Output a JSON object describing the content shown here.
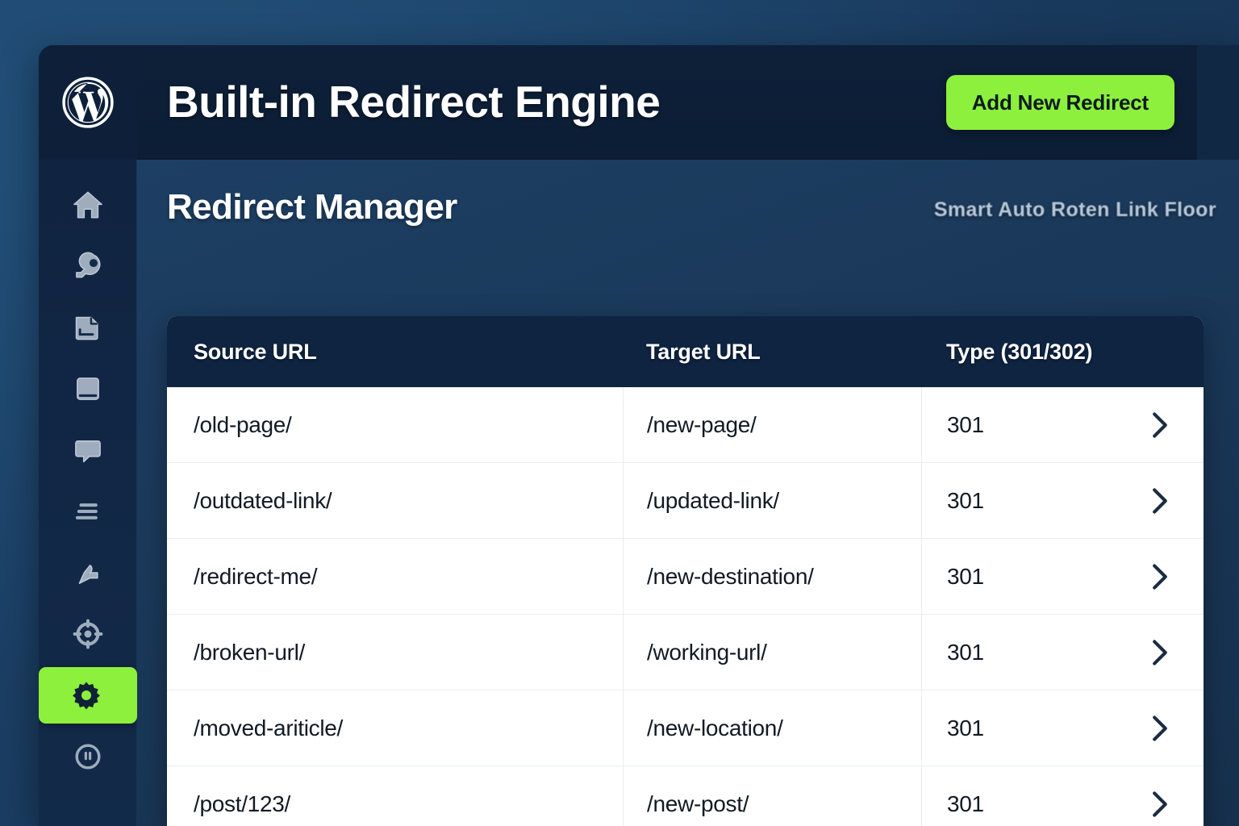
{
  "app": {
    "logo_icon": "wordpress-logo",
    "header_title": "Built-in Redirect Engine",
    "add_button_label": "Add New Redirect"
  },
  "sidebar": {
    "items": [
      {
        "icon": "home-icon",
        "name": "dashboard",
        "active": false
      },
      {
        "icon": "key-icon",
        "name": "posts",
        "active": false
      },
      {
        "icon": "media-file-icon",
        "name": "media",
        "active": false
      },
      {
        "icon": "page-icon",
        "name": "pages",
        "active": false
      },
      {
        "icon": "comment-icon",
        "name": "comments",
        "active": false
      },
      {
        "icon": "menu-lines-icon",
        "name": "appearance",
        "active": false
      },
      {
        "icon": "plug-icon",
        "name": "plugins",
        "active": false
      },
      {
        "icon": "target-icon",
        "name": "users",
        "active": false
      },
      {
        "icon": "gear-icon",
        "name": "settings",
        "active": true
      },
      {
        "icon": "collapse-icon",
        "name": "collapse",
        "active": false
      }
    ]
  },
  "page": {
    "title": "Redirect Manager",
    "subtitle": "Smart Auto Roten Link Floor"
  },
  "table": {
    "columns": [
      "Source URL",
      "Target URL",
      "Type (301/302)"
    ],
    "rows": [
      {
        "source": "/old-page/",
        "target": "/new-page/",
        "type": "301",
        "chevron": "chevron-right-icon"
      },
      {
        "source": "/outdated-link/",
        "target": "/updated-link/",
        "type": "301",
        "chevron": "chevron-right-icon"
      },
      {
        "source": "/redirect-me/",
        "target": "/new-destination/",
        "type": "301",
        "chevron": "chevron-right-icon"
      },
      {
        "source": "/broken-url/",
        "target": "/working-url/",
        "type": "301",
        "chevron": "chevron-right-icon"
      },
      {
        "source": "/moved-ariticle/",
        "target": "/new-location/",
        "type": "301",
        "chevron": "chevron-right-icon"
      },
      {
        "source": "/post/123/",
        "target": "/new-post/",
        "type": "301",
        "chevron": "chevron-right-icon"
      }
    ]
  },
  "colors": {
    "accent_green": "#8CF03C",
    "panel_navy": "#102440",
    "header_navy": "#0e2039",
    "content_blue": "#1a3859",
    "table_header": "#0e2441",
    "row_text": "#111a24"
  }
}
